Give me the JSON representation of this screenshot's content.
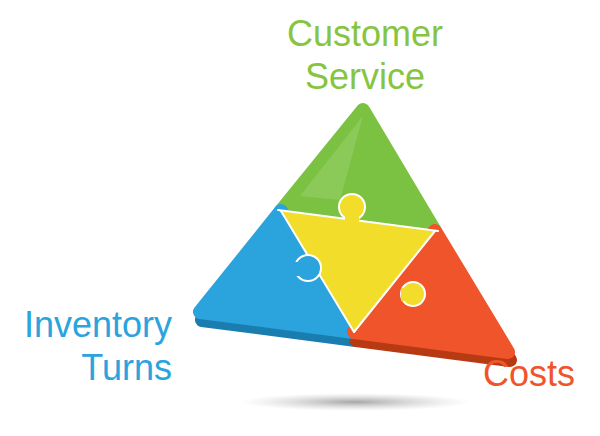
{
  "diagram": {
    "labels": [
      "Customer Service",
      "Inventory Turns",
      "Costs"
    ]
  }
}
